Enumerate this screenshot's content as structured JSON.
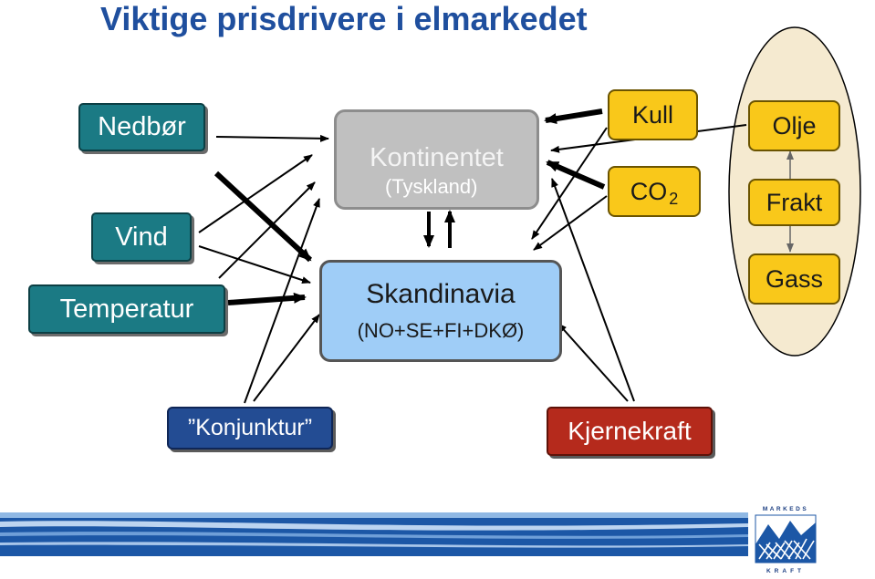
{
  "title": "Viktige prisdrivere i elmarkedet",
  "factors": {
    "nedbor": "Nedbør",
    "vind": "Vind",
    "temperatur": "Temperatur",
    "konjunktur": "”Konjunktur”",
    "kjernekraft": "Kjernekraft"
  },
  "markets": {
    "kontinentet": "Kontinentet",
    "tyskland": "(Tyskland)",
    "skandinavia": "Skandinavia",
    "skandinavia_sub": "(NO+SE+FI+DKØ)"
  },
  "fuels": {
    "kull": "Kull",
    "co2": "CO",
    "co2_sub": "2",
    "olje": "Olje",
    "frakt": "Frakt",
    "gass": "Gass"
  },
  "logo": {
    "top_text": "MARKEDS",
    "bottom_text": "KRAFT"
  },
  "colors": {
    "title": "#1f4f9e",
    "teal": "#1b7a84",
    "yellow": "#f9c81a",
    "navy": "#234c93",
    "red": "#b52a1c",
    "ellipse": "#f5ead0"
  }
}
